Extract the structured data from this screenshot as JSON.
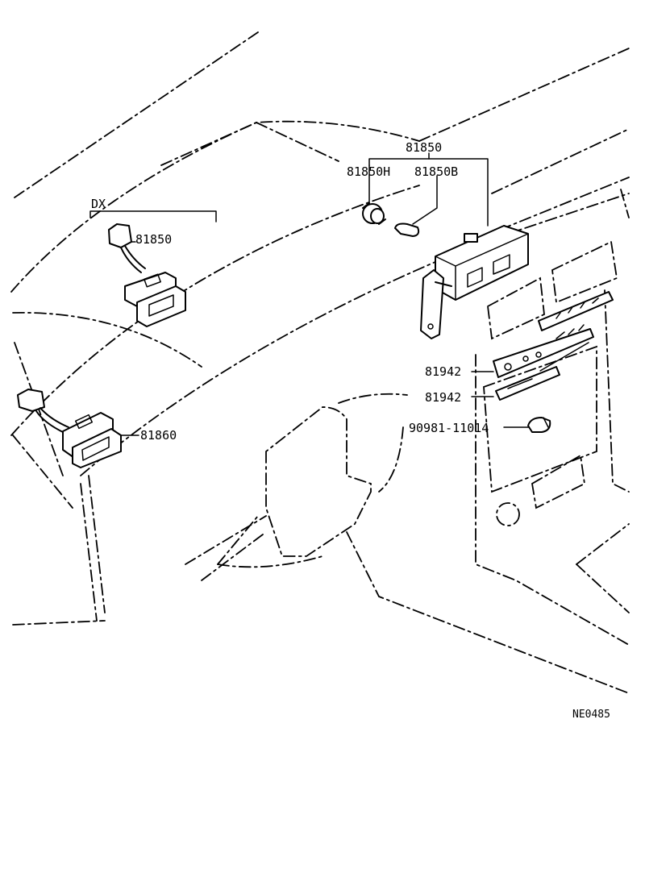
{
  "labels": {
    "dx": "DX",
    "p81850_top": "81850",
    "p81850h": "81850H",
    "p81850b": "81850B",
    "p81850_dx": "81850",
    "p81860": "81860",
    "p81942_a": "81942",
    "p81942_b": "81942",
    "p90981": "90981-11014",
    "figure_code": "NE0485"
  }
}
